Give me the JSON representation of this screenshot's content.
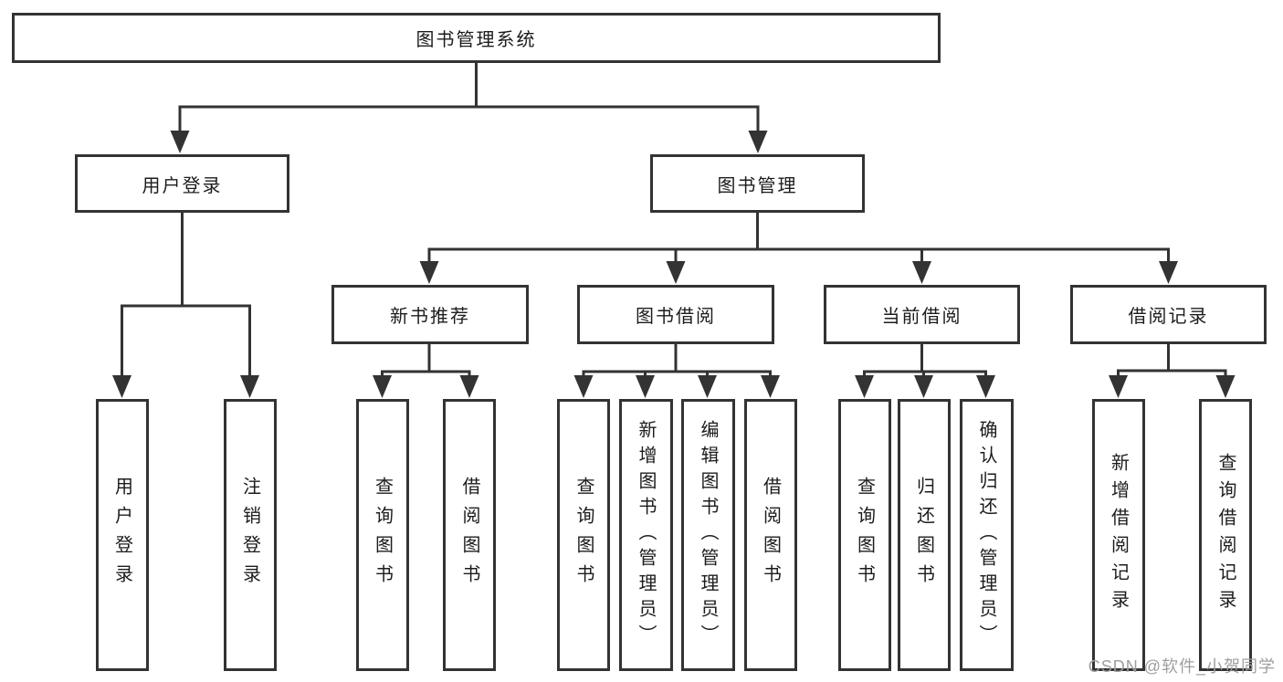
{
  "tree": {
    "root": {
      "label": "图书管理系统",
      "children": [
        {
          "label": "用户登录",
          "children": [
            {
              "label": "用户登录"
            },
            {
              "label": "注销登录"
            }
          ]
        },
        {
          "label": "图书管理",
          "children": [
            {
              "label": "新书推荐",
              "children": [
                {
                  "label": "查询图书"
                },
                {
                  "label": "借阅图书"
                }
              ]
            },
            {
              "label": "图书借阅",
              "children": [
                {
                  "label": "查询图书"
                },
                {
                  "label": "新增图书（管理员）"
                },
                {
                  "label": "编辑图书（管理员）"
                },
                {
                  "label": "借阅图书"
                }
              ]
            },
            {
              "label": "当前借阅",
              "children": [
                {
                  "label": "查询图书"
                },
                {
                  "label": "归还图书"
                },
                {
                  "label": "确认归还（管理员）"
                }
              ]
            },
            {
              "label": "借阅记录",
              "children": [
                {
                  "label": "新增借阅记录"
                },
                {
                  "label": "查询借阅记录"
                }
              ]
            }
          ]
        }
      ]
    }
  },
  "watermark": "CSDN @软件_小贺同学",
  "colors": {
    "line": "#333333",
    "text": "#1c1c1c",
    "watermark": "#9f9f9f",
    "background": "#ffffff"
  }
}
